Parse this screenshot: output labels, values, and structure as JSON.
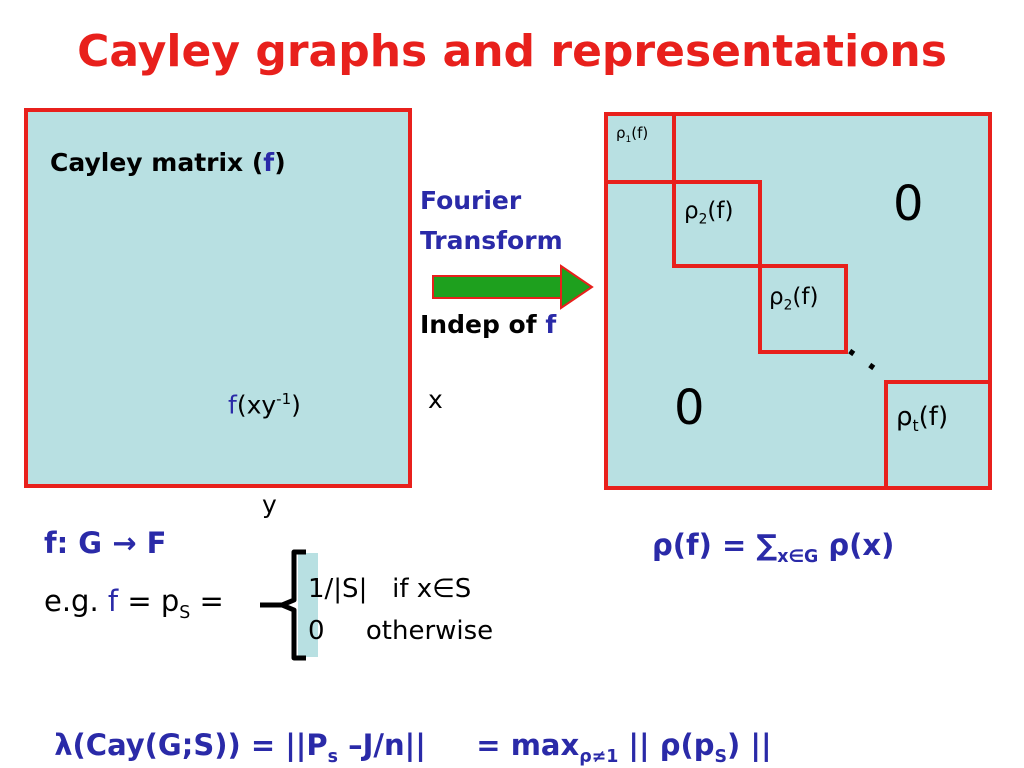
{
  "title": "Cayley graphs and representations",
  "left_box": {
    "heading_prefix": "Cayley matrix (",
    "heading_f": "f",
    "heading_suffix": ")",
    "entry_f": "f",
    "entry_rest": "(xy",
    "entry_sup": "-1",
    "entry_close": ")"
  },
  "axis_labels": {
    "x": "x",
    "y": "y"
  },
  "transform": {
    "line1": "Fourier",
    "line2": "Transform",
    "indep_prefix": "Indep of ",
    "indep_f": "f"
  },
  "right_box": {
    "rho1": {
      "rho": "ρ",
      "sub": "1",
      "arg": "(f)"
    },
    "rho2a": {
      "rho": "ρ",
      "sub": "2",
      "arg": "(f)"
    },
    "rho2b": {
      "rho": "ρ",
      "sub": "2",
      "arg": "(f)"
    },
    "rhot": {
      "rho": "ρ",
      "sub": "t",
      "arg": "(f)"
    },
    "zero_top": "0",
    "zero_bottom": "0",
    "dots": ". ."
  },
  "function_def": "f: G  → F",
  "fourier_def": {
    "lhs": "ρ(f) = ",
    "sum": "∑",
    "sum_sub": "x∈G",
    "rhs": " ρ(x)"
  },
  "example": {
    "prefix": "e.g. ",
    "f": "f",
    "mid": " = p",
    "sub": "S",
    "suffix": " =",
    "case1": "1/|S|   if x∈S",
    "case2": "0     otherwise"
  },
  "bottom_formula": {
    "part1": "λ(Cay(G;S)) = ||P",
    "sub1": "s",
    "part2": " –J/n||     = max",
    "sub2": "ρ≠1",
    "part3": " || ρ(p",
    "sub3": "S",
    "part4": ") ||"
  },
  "colors": {
    "title_red": "#e8201c",
    "panel_fill": "#b8e0e2",
    "arrow_green": "#1ea01e",
    "blue_text": "#2a2aa8"
  }
}
